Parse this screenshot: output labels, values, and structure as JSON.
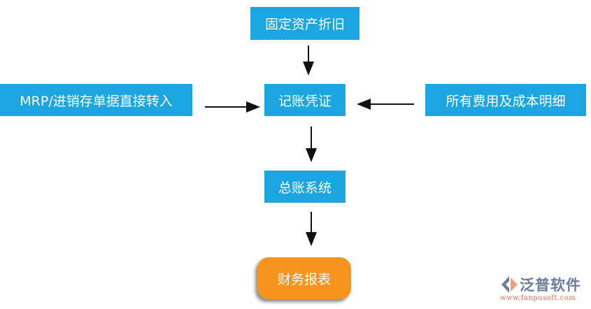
{
  "nodes": {
    "depreciation": "固定资产折旧",
    "mrp": "MRP/进销存单据直接转入",
    "voucher": "记账凭证",
    "expenses": "所有费用及成本明细",
    "ledger": "总账系统",
    "reports": "财务报表"
  },
  "colors": {
    "box": "#1ba6e2",
    "final": "#f7941d"
  },
  "logo": {
    "name": "泛普软件",
    "url": "www.fanpusoft.com"
  }
}
